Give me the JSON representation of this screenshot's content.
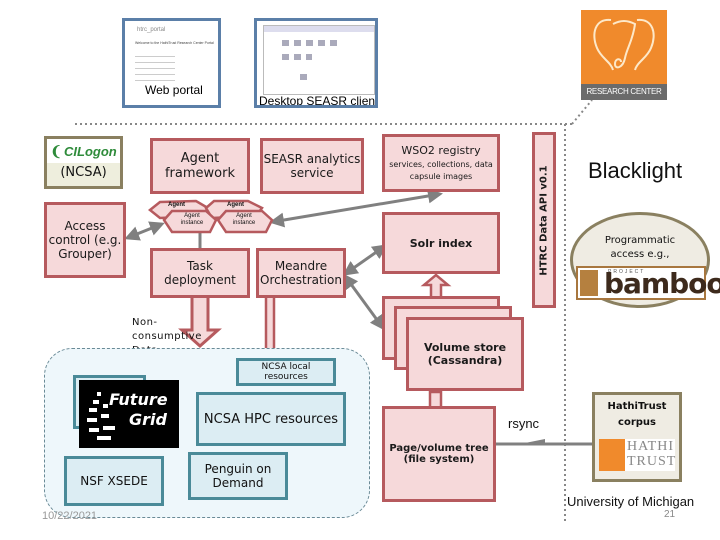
{
  "top": {
    "web_portal": {
      "label": "Web portal",
      "portal_title": "htrc_portal",
      "portal_heading": "Welcome to the HathiTrust Research Center Portal"
    },
    "desktop_client": {
      "label": "Desktop SEASR client"
    },
    "research_center_logo": {
      "label": "RESEARCH CENTER",
      "color": "#f08a2c"
    }
  },
  "ncsa_side": {
    "cilogon": {
      "logo_text": "CILogon",
      "caption": "(NCSA)"
    },
    "access_control": "Access control (e.g. Grouper)",
    "agent_framework": "Agent framework",
    "seasr_analytics": "SEASR analytics service",
    "agents": [
      {
        "label": "Agent"
      },
      {
        "label": "Agent"
      },
      {
        "label": "Agent instance"
      },
      {
        "label": "Agent instance"
      }
    ],
    "task_deployment": "Task deployment",
    "meandre": "Meandre Orchestration",
    "non_consumptive": "Non-consumptive Data capsules"
  },
  "center": {
    "wso2": {
      "title": "WSO2 registry",
      "subtitle": "services, collections, data capsule images"
    },
    "solr": "Solr index",
    "volume_store": "Volume store (Cassandra)",
    "page_volume_tree": "Page/volume tree (file system)",
    "htrc_api": "HTRC Data API v0.1"
  },
  "resources": {
    "ncsa_local": "NCSA local resources",
    "ncsa_hpc": "NCSA HPC resources",
    "futuregrid": {
      "line1": "Future",
      "line2": "Grid"
    },
    "nsf_xsede": "NSF XSEDE",
    "penguin": "Penguin on Demand"
  },
  "right_side": {
    "blacklight": "Blacklight",
    "programmatic": "Programmatic access e.g.,",
    "bamboo": {
      "project": "PROJECT",
      "name": "bamboo"
    },
    "rsync": "rsync",
    "hathitrust_corpus": "HathiTrust corpus",
    "hathi_logo": {
      "line1": "HATHI",
      "line2": "TRUST"
    },
    "university": "University of Michigan"
  },
  "footer": {
    "date": "10/22/2021",
    "page_number": "21"
  },
  "colors": {
    "red_fill": "#f6d9da",
    "red_border": "#b65a5e",
    "teal_fill": "#dcedf3",
    "teal_border": "#4a8a98",
    "olive_border": "#8a8060",
    "arrow_gray": "#808080",
    "orange": "#f08a2c"
  }
}
